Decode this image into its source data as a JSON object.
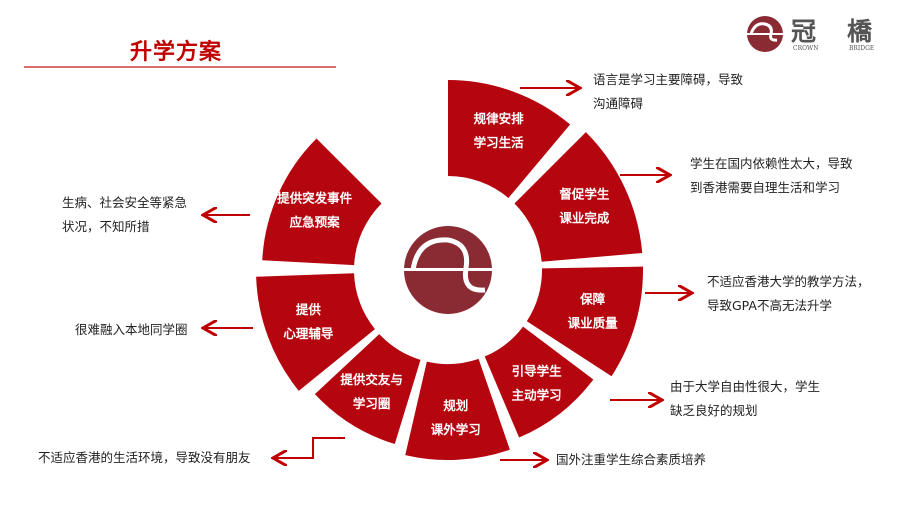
{
  "title": "升学方案",
  "logo": {
    "cn_1": "冠",
    "cn_2": "橋",
    "en_1": "CROWN",
    "en_2": "BRIDGE"
  },
  "colors": {
    "segment": "#b5050e",
    "logo": "#8a2a33",
    "arrow": "#c00000",
    "title": "#c00000"
  },
  "segments": [
    {
      "line1": "规律安排",
      "line2": "学习生活"
    },
    {
      "line1": "督促学生",
      "line2": "课业完成"
    },
    {
      "line1": "保障",
      "line2": "课业质量"
    },
    {
      "line1": "引导学生",
      "line2": "主动学习"
    },
    {
      "line1": "规划",
      "line2": "课外学习"
    },
    {
      "line1": "提供交友与",
      "line2": "学习圈"
    },
    {
      "line1": "提供",
      "line2": "心理辅导"
    },
    {
      "line1": "提供突发事件",
      "line2": "应急预案"
    }
  ],
  "notes": [
    "语言是学习主要障碍，导致\n沟通障碍",
    "学生在国内依赖性太大，导致\n到香港需要自理生活和学习",
    "不适应香港大学的教学方法，\n导致GPA不高无法升学",
    "由于大学自由性很大，学生\n缺乏良好的规划",
    "国外注重学生综合素质培养",
    "不适应香港的生活环境，导致没有朋友",
    "很难融入本地同学圈",
    "生病、社会安全等紧急\n状况，不知所措"
  ]
}
